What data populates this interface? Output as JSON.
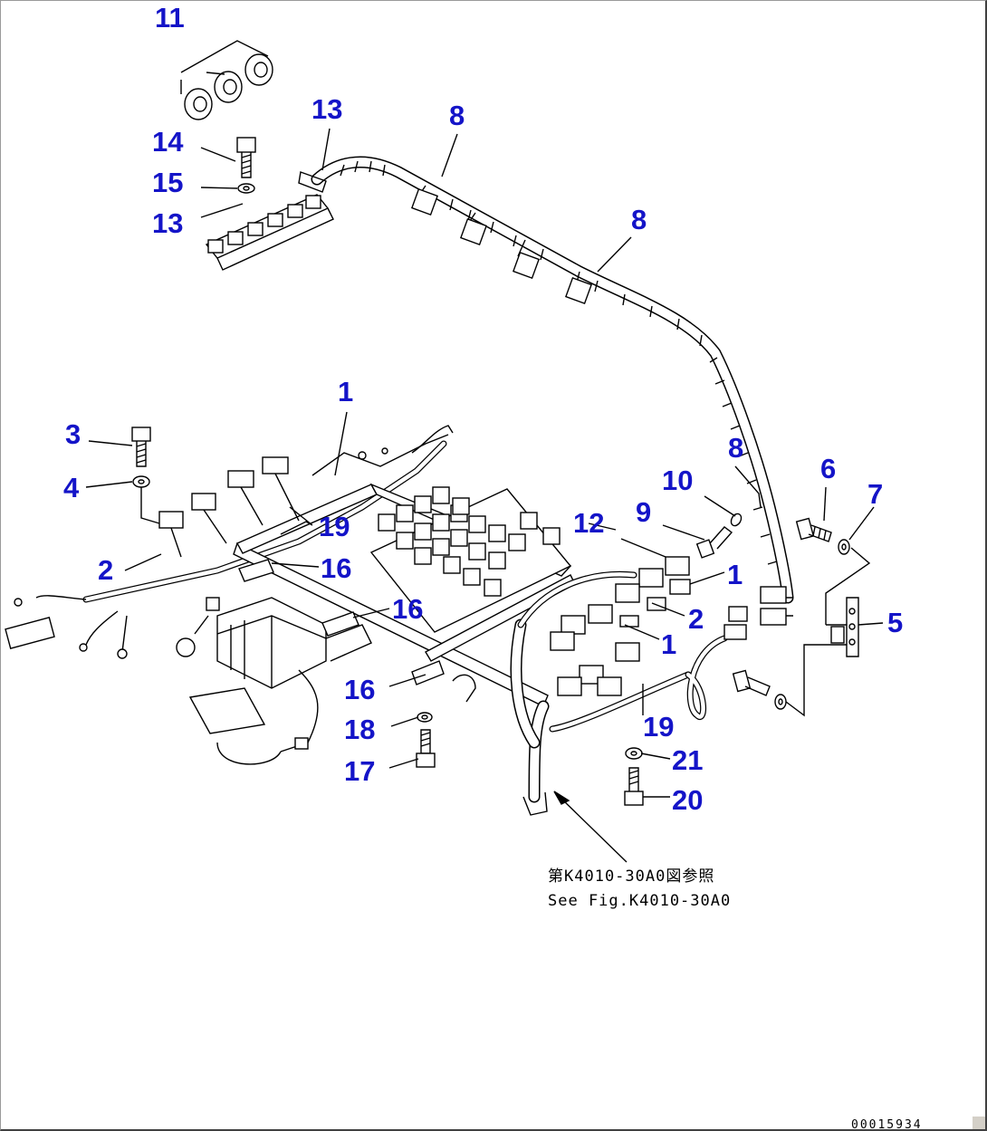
{
  "callouts": [
    {
      "id": "11",
      "label": "11"
    },
    {
      "id": "13a",
      "label": "13"
    },
    {
      "id": "8a",
      "label": "8"
    },
    {
      "id": "14",
      "label": "14"
    },
    {
      "id": "15",
      "label": "15"
    },
    {
      "id": "13b",
      "label": "13"
    },
    {
      "id": "8b",
      "label": "8"
    },
    {
      "id": "1a",
      "label": "1"
    },
    {
      "id": "3",
      "label": "3"
    },
    {
      "id": "8c",
      "label": "8"
    },
    {
      "id": "6",
      "label": "6"
    },
    {
      "id": "10",
      "label": "10"
    },
    {
      "id": "7",
      "label": "7"
    },
    {
      "id": "4",
      "label": "4"
    },
    {
      "id": "9",
      "label": "9"
    },
    {
      "id": "19a",
      "label": "19"
    },
    {
      "id": "12",
      "label": "12"
    },
    {
      "id": "16a",
      "label": "16"
    },
    {
      "id": "2a",
      "label": "2"
    },
    {
      "id": "1b",
      "label": "1"
    },
    {
      "id": "16b",
      "label": "16"
    },
    {
      "id": "2b",
      "label": "2"
    },
    {
      "id": "5",
      "label": "5"
    },
    {
      "id": "1c",
      "label": "1"
    },
    {
      "id": "16c",
      "label": "16"
    },
    {
      "id": "19b",
      "label": "19"
    },
    {
      "id": "18",
      "label": "18"
    },
    {
      "id": "21",
      "label": "21"
    },
    {
      "id": "17",
      "label": "17"
    },
    {
      "id": "20",
      "label": "20"
    }
  ],
  "reference_note": {
    "line_jp": "第K4010-30A0図参照",
    "line_en": "See Fig.K4010-30A0"
  },
  "document_id": "00015934",
  "colors": {
    "callout": "#1414c8",
    "line": "#000000",
    "background": "#ffffff"
  }
}
